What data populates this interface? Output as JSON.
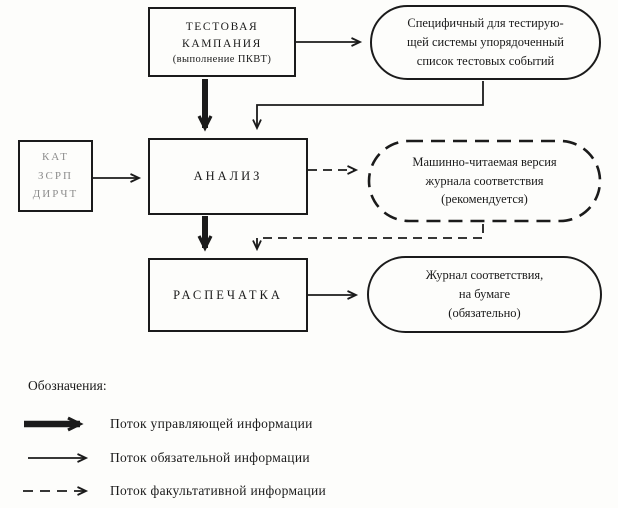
{
  "diagram": {
    "nodes": {
      "test_campaign": {
        "lines": [
          "ТЕСТОВАЯ",
          "КАМПАНИЯ"
        ],
        "note": "(выполнение ПКВТ)"
      },
      "events_list": {
        "lines": [
          "Специфичный  для тестирую-",
          "щей системы упорядоченный",
          "список тестовых событий"
        ]
      },
      "input_docs": {
        "lines": [
          "КАТ",
          "ЗСРП",
          "ДИРЧТ"
        ]
      },
      "analysis": {
        "label": "АНАЛИЗ"
      },
      "machine_log": {
        "lines": [
          "Машинно-читаемая версия",
          "журнала соответствия",
          "(рекомендуется)"
        ]
      },
      "printout": {
        "label": "РАСПЕЧАТКА"
      },
      "paper_log": {
        "lines": [
          "Журнал соответствия,",
          "на бумаге",
          "(обязательно)"
        ]
      }
    },
    "legend": {
      "title": "Обозначения:",
      "items": [
        {
          "type": "control",
          "label": "Поток управляющей информации"
        },
        {
          "type": "mandatory",
          "label": "Поток обязательной информации"
        },
        {
          "type": "optional",
          "label": "Поток факультативной информации"
        }
      ]
    },
    "colors": {
      "ink": "#1b1b1b",
      "paper": "#fdfdfb",
      "faded": "#8d8d8d"
    }
  }
}
